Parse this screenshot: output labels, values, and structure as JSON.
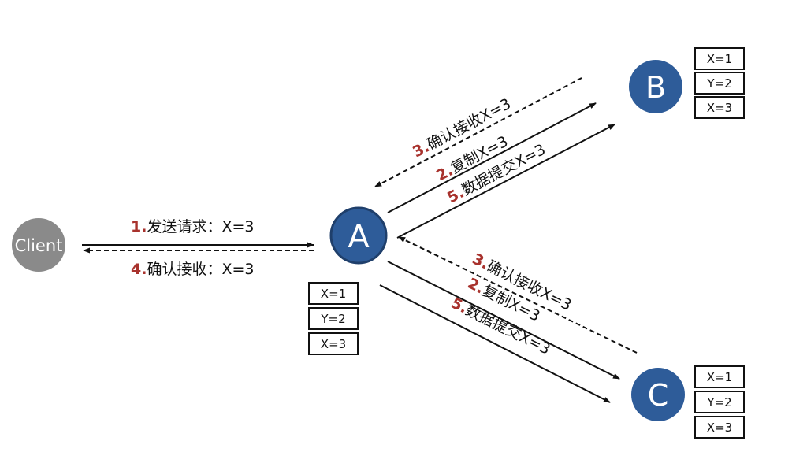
{
  "nodes": {
    "client": {
      "label": "Client"
    },
    "a": {
      "label": "A"
    },
    "b": {
      "label": "B"
    },
    "c": {
      "label": "C"
    }
  },
  "colors": {
    "node_blue": "#2e5c99",
    "client_gray": "#8a8a8a",
    "step_number_red": "#a8322d",
    "line": "#111111"
  },
  "stores": {
    "a": [
      "X=1",
      "Y=2",
      "X=3"
    ],
    "b": [
      "X=1",
      "Y=2",
      "X=3"
    ],
    "c": [
      "X=1",
      "Y=2",
      "X=3"
    ]
  },
  "edges": {
    "client_to_a": {
      "num": "1.",
      "text": "发送请求：X=3"
    },
    "a_to_client": {
      "num": "4.",
      "text": "确认接收：X=3"
    },
    "b_confirm": {
      "num": "3.",
      "text": "确认接收X=3"
    },
    "b_replicate": {
      "num": "2.",
      "text": "复制X=3"
    },
    "b_commit": {
      "num": "5.",
      "text": "数据提交X=3"
    },
    "c_confirm": {
      "num": "3.",
      "text": "确认接收X=3"
    },
    "c_replicate": {
      "num": "2.",
      "text": "复制X=3"
    },
    "c_commit": {
      "num": "5.",
      "text": "数据提交X=3"
    }
  }
}
